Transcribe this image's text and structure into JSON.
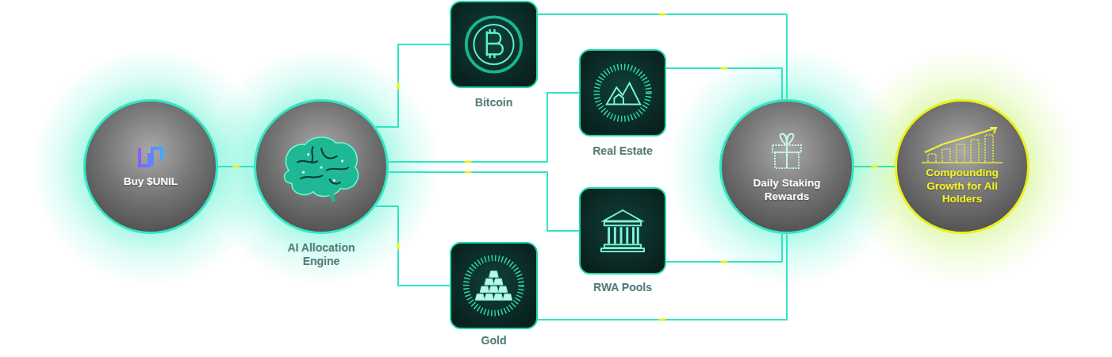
{
  "diagram": {
    "nodes": [
      {
        "text": [
          "Buy $UNIL"
        ]
      },
      {
        "text": [
          "AI Allocation Engine"
        ]
      },
      {
        "text": [
          "Bitcoin"
        ]
      },
      {
        "text": [
          "Real Estate"
        ]
      },
      {
        "text": [
          "RWA Pools"
        ]
      },
      {
        "text": [
          "Gold"
        ]
      },
      {
        "text": [
          "Daily Staking Rewards"
        ]
      },
      {
        "text": [
          "Compounding Growth for All Holders"
        ]
      }
    ],
    "edges": [
      {
        "from": 0,
        "to": 1,
        "arrow": "none"
      },
      {
        "from": 1,
        "to": 2,
        "arrow": "none"
      },
      {
        "from": 1,
        "to": 3,
        "arrow": "none"
      },
      {
        "from": 1,
        "to": 4,
        "arrow": "none"
      },
      {
        "from": 1,
        "to": 5,
        "arrow": "none"
      },
      {
        "from": 2,
        "to": 6,
        "arrow": "none"
      },
      {
        "from": 3,
        "to": 6,
        "arrow": "none"
      },
      {
        "from": 4,
        "to": 6,
        "arrow": "none"
      },
      {
        "from": 5,
        "to": 6,
        "arrow": "none"
      },
      {
        "from": 6,
        "to": 7,
        "arrow": "none"
      }
    ]
  }
}
